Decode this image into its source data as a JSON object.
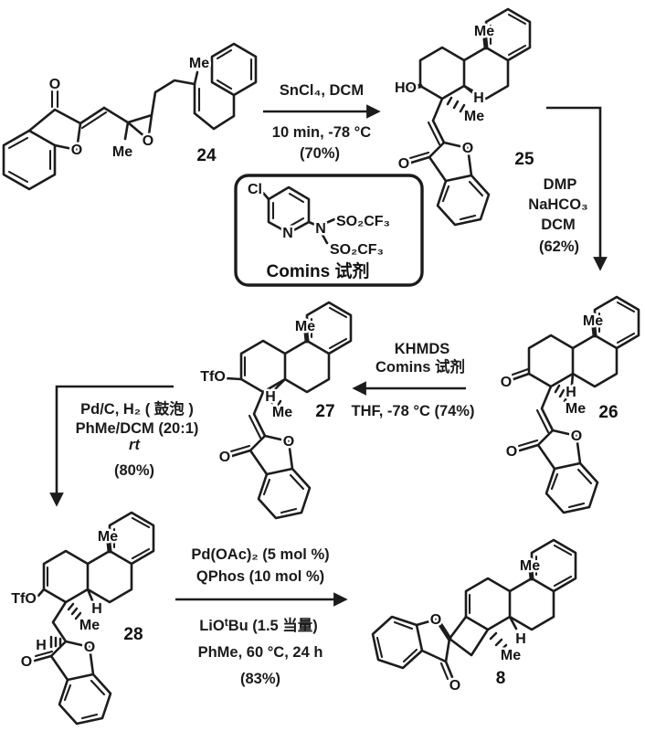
{
  "molecules": {
    "m24": {
      "number": "24",
      "atom_labels": {
        "ketone_o": "O",
        "ring_o": "O",
        "epoxide_o": "O",
        "epoxide_me": "Me",
        "chain_me": "Me"
      }
    },
    "m25": {
      "number": "25",
      "atom_labels": {
        "top_me": "Me",
        "hydroxyl": "HO",
        "fusion_h": "H",
        "quat_me": "Me",
        "ring_o": "O",
        "ketone_o": "O"
      }
    },
    "m26": {
      "number": "26",
      "atom_labels": {
        "top_me": "Me",
        "ketone_a_o": "O",
        "fusion_h": "H",
        "quat_me": "Me",
        "ring_o": "O",
        "ketone_o": "O"
      }
    },
    "m27": {
      "number": "27",
      "atom_labels": {
        "triflate": "TfO",
        "top_me": "Me",
        "fusion_h": "H",
        "quat_me": "Me",
        "ring_o": "O",
        "ketone_o": "O"
      }
    },
    "m28": {
      "number": "28",
      "atom_labels": {
        "triflate": "TfO",
        "top_me": "Me",
        "fusion_h": "H",
        "quat_me": "Me",
        "c2_h": "H",
        "ring_o": "O",
        "ketone_o": "O"
      }
    },
    "m8": {
      "number": "8",
      "atom_labels": {
        "top_me": "Me",
        "fusion_h": "H",
        "quat_me": "Me",
        "ring_o": "O",
        "ketone_o": "O"
      }
    }
  },
  "comins_reagent": {
    "caption": "Comins 试剂",
    "atom_labels": {
      "cl": "Cl",
      "ring_n": "N",
      "amide_n": "N",
      "triflyl_1": "SO₂CF₃",
      "triflyl_2": "SO₂CF₃"
    }
  },
  "steps": {
    "step1": {
      "above": "SnCl₄, DCM",
      "below_1": "10 min, -78 °C",
      "below_2": "(70%)"
    },
    "step2": {
      "line_1": "DMP",
      "line_2": "NaHCO₃",
      "line_3": "DCM",
      "line_4": "(62%)"
    },
    "step3": {
      "above_1": "KHMDS",
      "above_2": "Comins 试剂",
      "below": "THF, -78 °C (74%)"
    },
    "step4": {
      "line_1": "Pd/C, H₂ ( 鼓泡 )",
      "line_2": "PhMe/DCM (20:1)",
      "line_3": "rt",
      "line_4": "(80%)"
    },
    "step5": {
      "above_1": "Pd(OAc)₂ (5 mol %)",
      "above_2": "QPhos (10 mol %)",
      "below_1_pre": "LiO",
      "below_1_sup": "t",
      "below_1_post": "Bu (1.5 当量)",
      "below_2": "PhMe, 60 °C, 24 h",
      "below_3": "(83%)"
    }
  }
}
